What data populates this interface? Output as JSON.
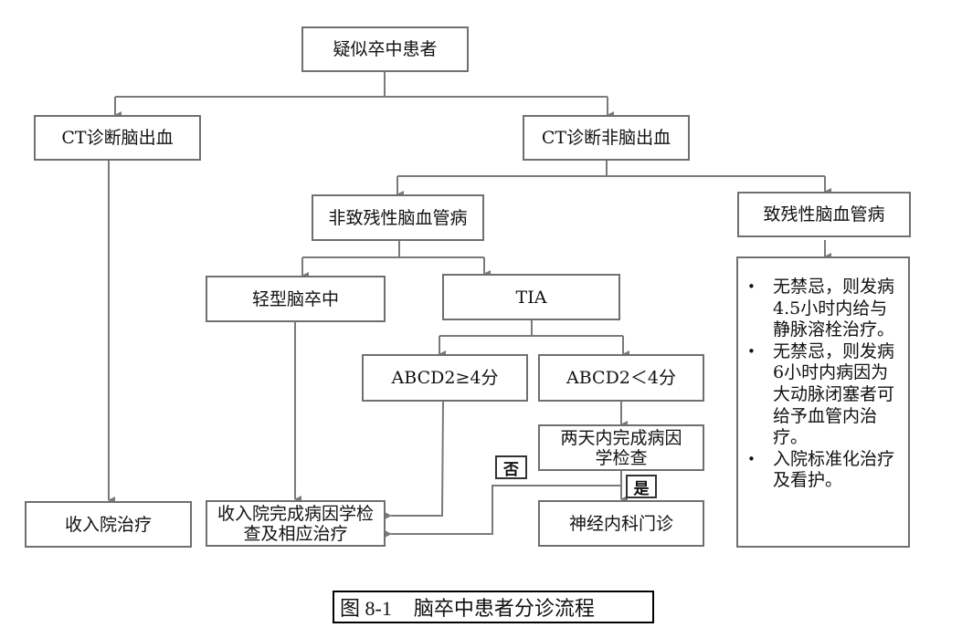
{
  "nodes": {
    "start": "疑似卒中患者",
    "ct_hemorrhage": "CT诊断脑出血",
    "ct_non_hemorrhage": "CT诊断非脑出血",
    "non_disabling": "非致残性脑血管病",
    "disabling": "致残性脑血管病",
    "minor_stroke": "轻型脑卒中",
    "tia": "TIA",
    "abcd2_high": "ABCD2≥4分",
    "abcd2_low": "ABCD2＜4分",
    "two_day_workup": "两天内完成病因学检查",
    "admit_treat": "收入院治疗",
    "admit_workup": "收入院完成病因学检查及相应治疗",
    "neuro_clinic": "神经内科门诊"
  },
  "labels": {
    "no": "否",
    "yes": "是"
  },
  "disabling_actions": [
    "无禁忌，则发病4.5小时内给与静脉溶栓治疗。",
    "无禁忌，则发病6小时内病因为大动脉闭塞者可给予血管内治疗。",
    "入院标准化治疗及看护。"
  ],
  "bullet_glyph": "•",
  "caption": {
    "number": "图 8-1",
    "title": "脑卒中患者分诊流程"
  }
}
